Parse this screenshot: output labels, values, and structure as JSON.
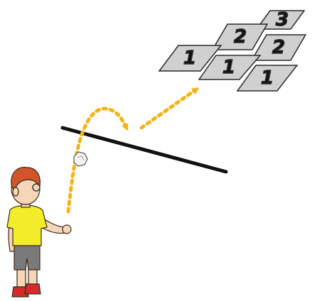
{
  "scene": {
    "colors": {
      "tile_fill": "#d0d0d0",
      "tile_stroke": "#2b2b2b",
      "trajectory": "#f2b417",
      "barrier": "#111111",
      "shirt": "#f2ec2a",
      "shorts": "#7a7a7a",
      "hair": "#d2552a",
      "skin": "#f6d6b8",
      "shoes": "#d62a2a",
      "ball": "#f4f4f4"
    },
    "tiles": [
      {
        "label": "3"
      },
      {
        "label": "2"
      },
      {
        "label": "2"
      },
      {
        "label": "1"
      },
      {
        "label": "1"
      },
      {
        "label": "1"
      }
    ],
    "icons": {
      "arrow": "arrowhead-icon",
      "ball": "paper-ball-icon"
    }
  }
}
